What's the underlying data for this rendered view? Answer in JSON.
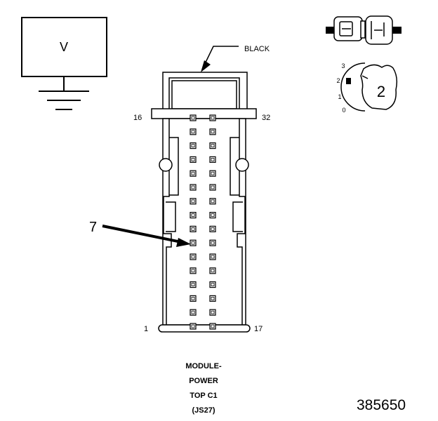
{
  "meter": {
    "label": "V"
  },
  "connector": {
    "color_label": "BLACK",
    "pin_labels": {
      "top_left": "16",
      "top_right": "32",
      "bottom_left": "1",
      "bottom_right": "17"
    },
    "pointer_label": "7",
    "pointer_target_pin": 7
  },
  "lock_icon": {
    "positions": [
      "3",
      "2",
      "1",
      "0"
    ],
    "number": "2"
  },
  "caption": [
    "MODULE-",
    "POWER",
    "TOP C1",
    "(JS27)"
  ],
  "figure_number": "385650"
}
